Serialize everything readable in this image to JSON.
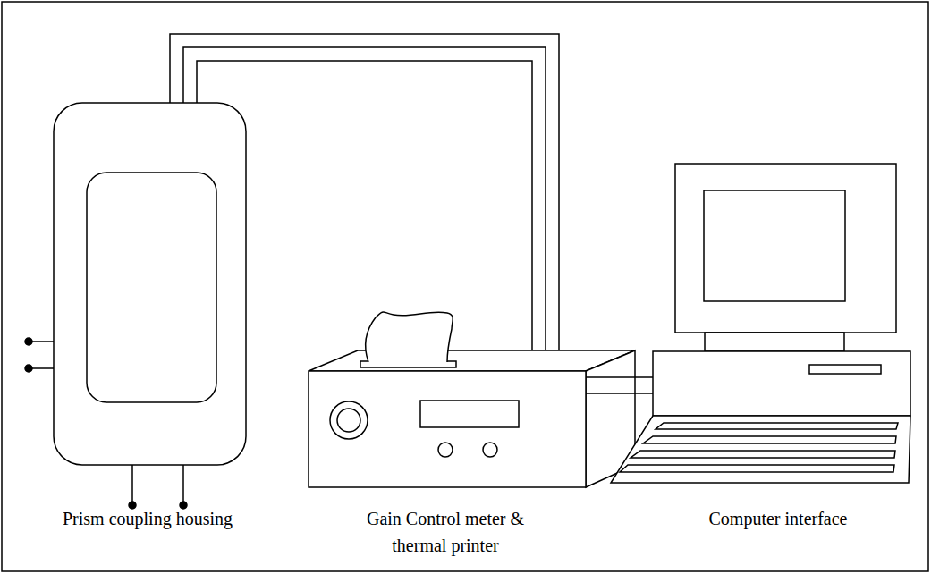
{
  "diagram": {
    "nodes": [
      {
        "text": [
          "Prism coupling housing"
        ]
      },
      {
        "text": [
          "Gain Control meter & thermal printer"
        ]
      },
      {
        "text": [
          "Computer interface"
        ]
      }
    ],
    "edges": [
      {
        "from": 0,
        "to": 1,
        "arrow": "none"
      },
      {
        "from": 1,
        "to": 2,
        "arrow": "none"
      }
    ]
  }
}
